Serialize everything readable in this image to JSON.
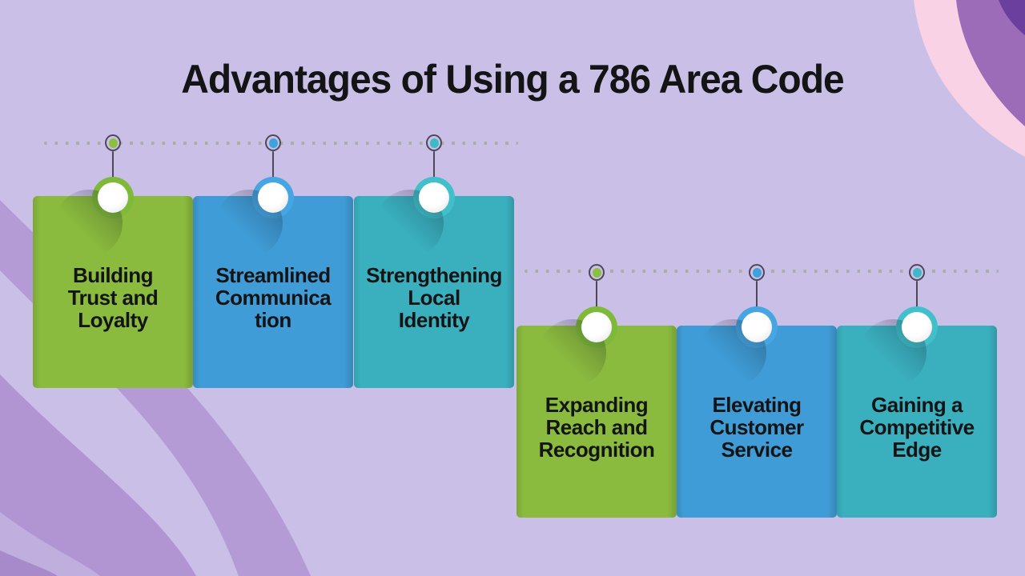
{
  "title": "Advantages of Using a 786 Area Code",
  "colors": {
    "base": "#c9bfe7",
    "ring_border": "#4e4858",
    "connector": "#4e4858",
    "dot_line_color": "#a3ad92",
    "wave_medium": "#b49bd5",
    "wave_light": "#c9bfe7",
    "wave_medium2": "#b095d2",
    "wave_light2": "#c0aede",
    "wave_dark": "#a78aca",
    "corner_pink": "#f9d2e5",
    "corner_purple": "#9c6cb8",
    "corner_dark_purple": "#6b3f9d"
  },
  "cards": [
    {
      "lines": [
        "Building",
        "Trust and",
        "Loyalty"
      ],
      "color": "#8aba3e",
      "pin_color": "#7fb93a",
      "marker_color": "#8cc03f"
    },
    {
      "lines": [
        "Streamlined",
        "Communica",
        "tion"
      ],
      "color": "#3f9cd6",
      "pin_color": "#47a6e1",
      "marker_color": "#3ea2dc"
    },
    {
      "lines": [
        "Strengthening",
        "Local",
        "Identity"
      ],
      "color": "#3ab0bf",
      "pin_color": "#41bfca",
      "marker_color": "#3cbac6"
    },
    {
      "lines": [
        "Expanding",
        "Reach and",
        "Recognition"
      ],
      "color": "#8aba3e",
      "pin_color": "#7fb93a",
      "marker_color": "#8cc03f"
    },
    {
      "lines": [
        "Elevating",
        "Customer",
        "Service"
      ],
      "color": "#3f9cd6",
      "pin_color": "#47a6e1",
      "marker_color": "#3ea2dc"
    },
    {
      "lines": [
        "Gaining a",
        "Competitive",
        "Edge"
      ],
      "color": "#3ab0bf",
      "pin_color": "#41bfca",
      "marker_color": "#3cbac6"
    }
  ]
}
